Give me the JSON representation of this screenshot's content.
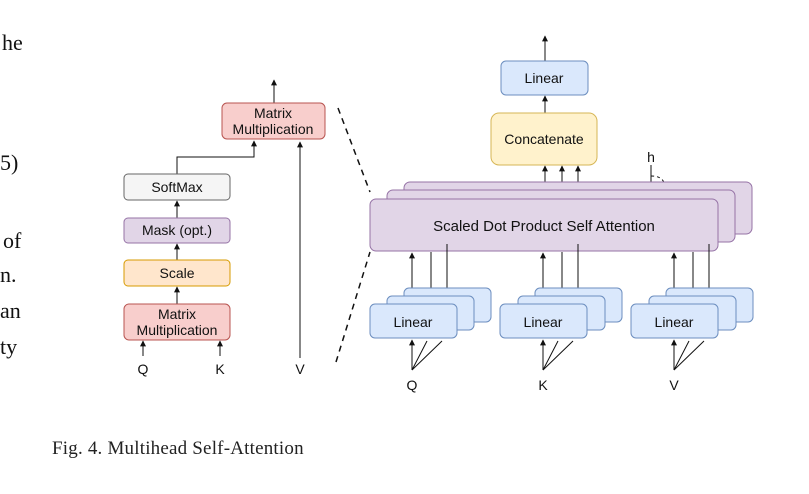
{
  "left_column_fragments": [
    "he",
    "5)",
    "of",
    "n.",
    "an",
    "ty"
  ],
  "caption": "Fig. 4.  Multihead Self-Attention",
  "sdpa": {
    "matmul_top": [
      "Matrix",
      "Multiplication"
    ],
    "softmax": "SoftMax",
    "mask": "Mask (opt.)",
    "scale": "Scale",
    "matmul_bottom": [
      "Matrix",
      "Multiplication"
    ],
    "inputs": {
      "q": "Q",
      "k": "K",
      "v": "V"
    }
  },
  "mhsa": {
    "linear_out": "Linear",
    "concat": "Concatenate",
    "attention": "Scaled Dot Product Self Attention",
    "heads_label": "h",
    "linear_q": "Linear",
    "linear_k": "Linear",
    "linear_v": "Linear",
    "inputs": {
      "q": "Q",
      "k": "K",
      "v": "V"
    }
  },
  "colors": {
    "red_fill": "#f8cecc",
    "red_stroke": "#b85450",
    "gray_fill": "#f5f5f5",
    "gray_stroke": "#666666",
    "purple_fill": "#e1d5e7",
    "purple_stroke": "#9673a6",
    "yellow_fill": "#fff2cc",
    "yellow_stroke": "#d6b656",
    "orange_fill": "#ffe6cc",
    "orange_stroke": "#d79b00",
    "blue_fill": "#dae8fc",
    "blue_stroke": "#6c8ebf"
  }
}
